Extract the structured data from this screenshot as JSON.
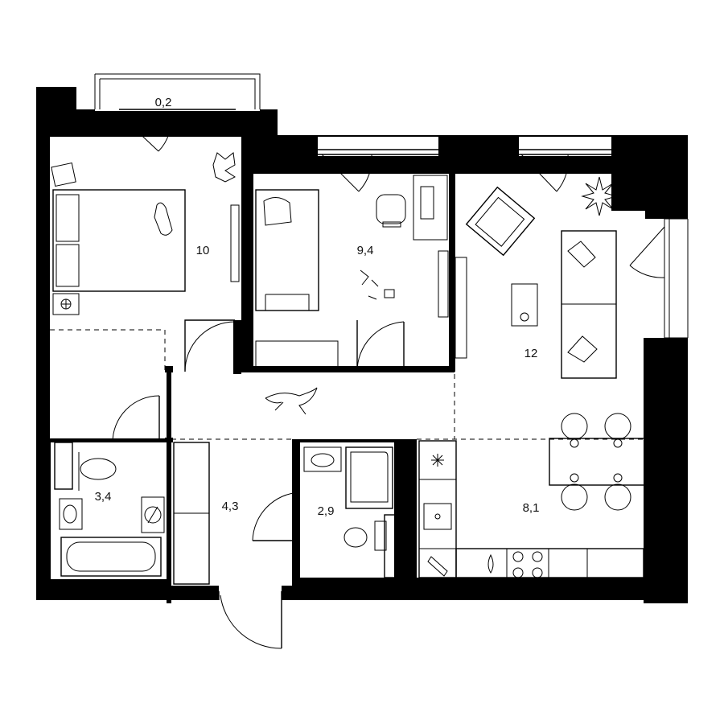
{
  "rooms": [
    {
      "id": "balcony",
      "area": "0,2"
    },
    {
      "id": "bedroom",
      "area": "10"
    },
    {
      "id": "kids-room",
      "area": "9,4"
    },
    {
      "id": "living-room",
      "area": "12"
    },
    {
      "id": "bathroom",
      "area": "3,4"
    },
    {
      "id": "hallway",
      "area": "4,3"
    },
    {
      "id": "toilet",
      "area": "2,9"
    },
    {
      "id": "kitchen",
      "area": "8,1"
    }
  ],
  "colors": {
    "wall": "#000000",
    "line": "#000000",
    "background": "#ffffff"
  }
}
